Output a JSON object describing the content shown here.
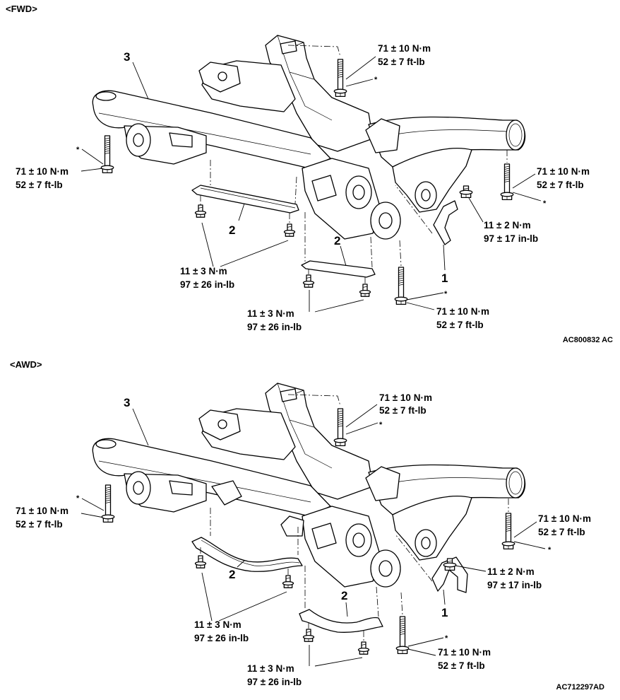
{
  "fwd": {
    "heading": "<FWD>",
    "part_1": "1",
    "part_2": "2",
    "part_3": "3",
    "asterisk": "*",
    "top_bolt": {
      "metric": "71 ± 10 N·m",
      "imperial": "52 ± 7 ft-lb"
    },
    "left_bolt": {
      "metric": "71 ± 10 N·m",
      "imperial": "52 ± 7 ft-lb"
    },
    "right_bolt": {
      "metric": "71 ± 10 N·m",
      "imperial": "52 ± 7 ft-lb"
    },
    "lower_bolt": {
      "metric": "71 ± 10 N·m",
      "imperial": "52 ± 7 ft-lb"
    },
    "bracket_bolt": {
      "metric": "11 ± 2 N·m",
      "imperial": "97 ± 17 in-lb"
    },
    "upper_strap_bolts": {
      "metric": "11 ± 3 N·m",
      "imperial": "97 ± 26 in-lb"
    },
    "lower_strap_bolts": {
      "metric": "11 ± 3 N·m",
      "imperial": "97 ± 26 in-lb"
    },
    "figure_code": "AC800832 AC"
  },
  "awd": {
    "heading": "<AWD>",
    "part_1": "1",
    "part_2": "2",
    "part_3": "3",
    "asterisk": "*",
    "top_bolt": {
      "metric": "71 ± 10 N·m",
      "imperial": "52 ± 7 ft-lb"
    },
    "left_bolt": {
      "metric": "71 ± 10 N·m",
      "imperial": "52 ± 7 ft-lb"
    },
    "right_bolt": {
      "metric": "71 ± 10 N·m",
      "imperial": "52 ± 7 ft-lb"
    },
    "lower_bolt": {
      "metric": "71 ± 10 N·m",
      "imperial": "52 ± 7 ft-lb"
    },
    "bracket_bolt": {
      "metric": "11 ± 2 N·m",
      "imperial": "97 ± 17 in-lb"
    },
    "upper_strap_bolts": {
      "metric": "11 ± 3 N·m",
      "imperial": "97 ± 26 in-lb"
    },
    "lower_strap_bolts": {
      "metric": "11 ± 3 N·m",
      "imperial": "97 ± 26 in-lb"
    },
    "figure_code": "AC712297AD"
  }
}
